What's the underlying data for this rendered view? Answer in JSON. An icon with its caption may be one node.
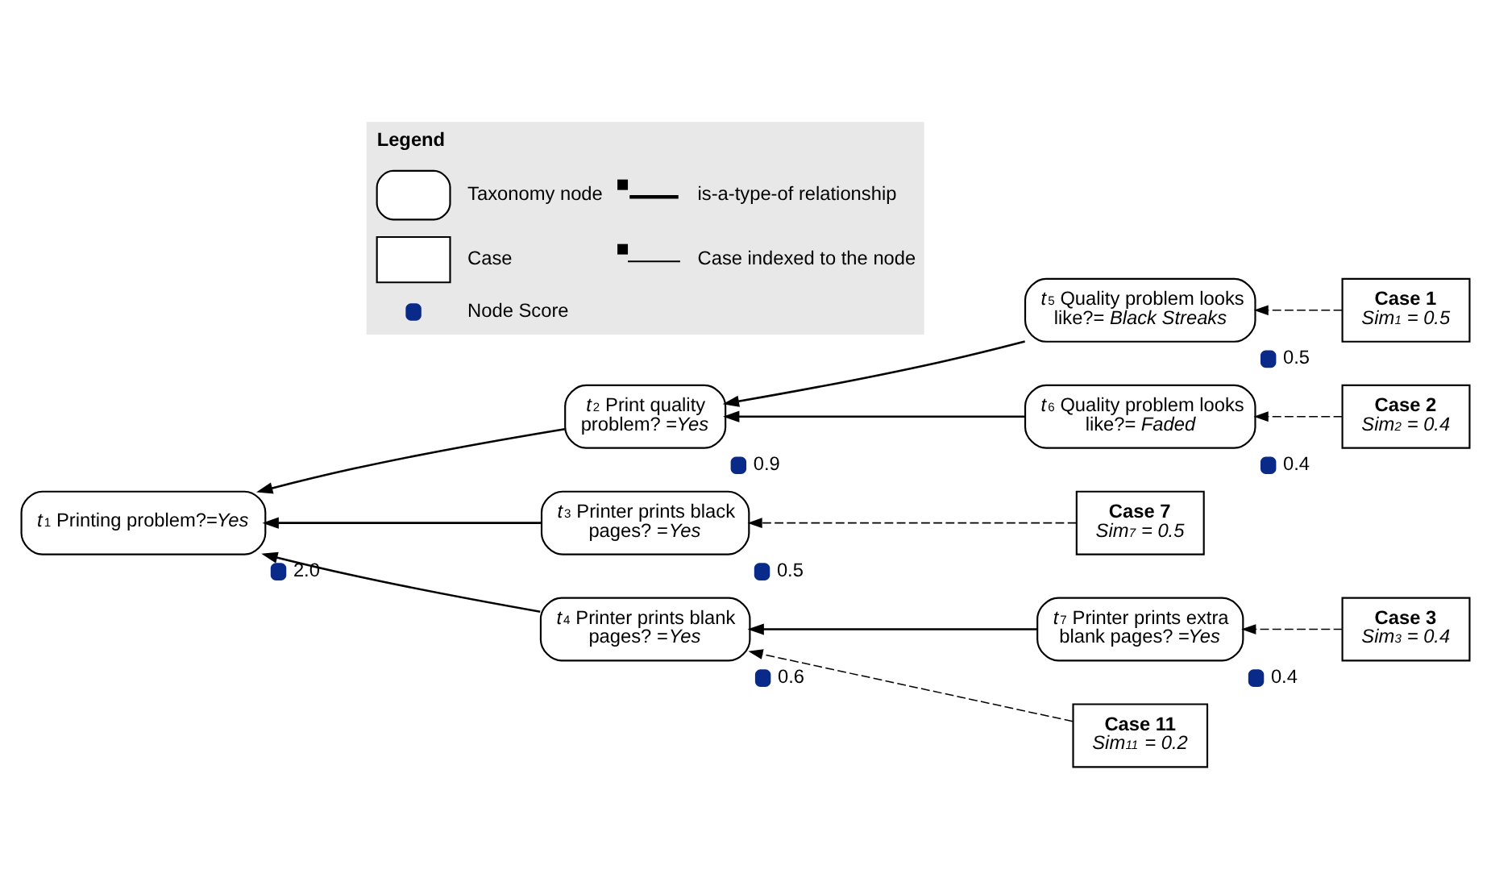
{
  "diagram": {
    "nodes": [
      {
        "text": [
          "*t*$_{1}$ Printing problem?=*Yes*"
        ],
        "beside": [
          "2.0"
        ]
      },
      {
        "text": [
          "*t*$_{2}$ Print quality problem? =*Yes*"
        ],
        "beside": [
          "0.9"
        ]
      },
      {
        "text": [
          "*t*$_{3}$ Printer prints black pages? =*Yes*"
        ],
        "beside": [
          "0.5"
        ]
      },
      {
        "text": [
          "*t*$_{4}$ Printer prints blank pages? =*Yes*"
        ],
        "beside": [
          "0.6"
        ]
      },
      {
        "text": [
          "*t*$_{5}$ Quality problem looks like?= *Black Streaks*"
        ],
        "beside": [
          "0.5"
        ]
      },
      {
        "text": [
          "*t*$_{6}$ Quality problem looks like?= *Faded*"
        ],
        "beside": [
          "0.4"
        ]
      },
      {
        "text": [
          "*t*$_{7}$ Printer prints extra blank pages? =*Yes*"
        ],
        "beside": [
          "0.4"
        ]
      },
      {
        "text": [
          "Case 1",
          "Sim$_{1}$ = 0.5"
        ]
      },
      {
        "text": [
          "Case 2",
          "Sim$_{2}$ = 0.4"
        ]
      },
      {
        "text": [
          "Case 7",
          "Sim$_{7}$ = 0.5"
        ]
      },
      {
        "text": [
          "Case 3",
          "Sim$_{3}$ = 0.4"
        ]
      },
      {
        "text": [
          "Case 11",
          "Sim$_{11}$ = 0.2"
        ]
      }
    ],
    "edges": [
      {
        "from": 1,
        "to": 0,
        "arrow": "to"
      },
      {
        "from": 2,
        "to": 0,
        "arrow": "to"
      },
      {
        "from": 3,
        "to": 0,
        "arrow": "to"
      },
      {
        "from": 4,
        "to": 1,
        "arrow": "to"
      },
      {
        "from": 5,
        "to": 1,
        "arrow": "to"
      },
      {
        "from": 6,
        "to": 3,
        "arrow": "to"
      },
      {
        "from": 7,
        "to": 4,
        "arrow": "to",
        "style": "dashed"
      },
      {
        "from": 8,
        "to": 5,
        "arrow": "to",
        "style": "dashed"
      },
      {
        "from": 9,
        "to": 2,
        "arrow": "to",
        "style": "dashed"
      },
      {
        "from": 10,
        "to": 6,
        "arrow": "to",
        "style": "dashed"
      },
      {
        "from": 11,
        "to": 3,
        "arrow": "to",
        "style": "dashed"
      }
    ],
    "labels": [
      "Legend"
    ],
    "legend": [
      {
        "text": "Taxonomy node"
      },
      {
        "text": "is-a-type-of relationship"
      },
      {
        "text": "Case"
      },
      {
        "text": "Case indexed to the node"
      },
      {
        "text": "Node Score"
      }
    ]
  }
}
